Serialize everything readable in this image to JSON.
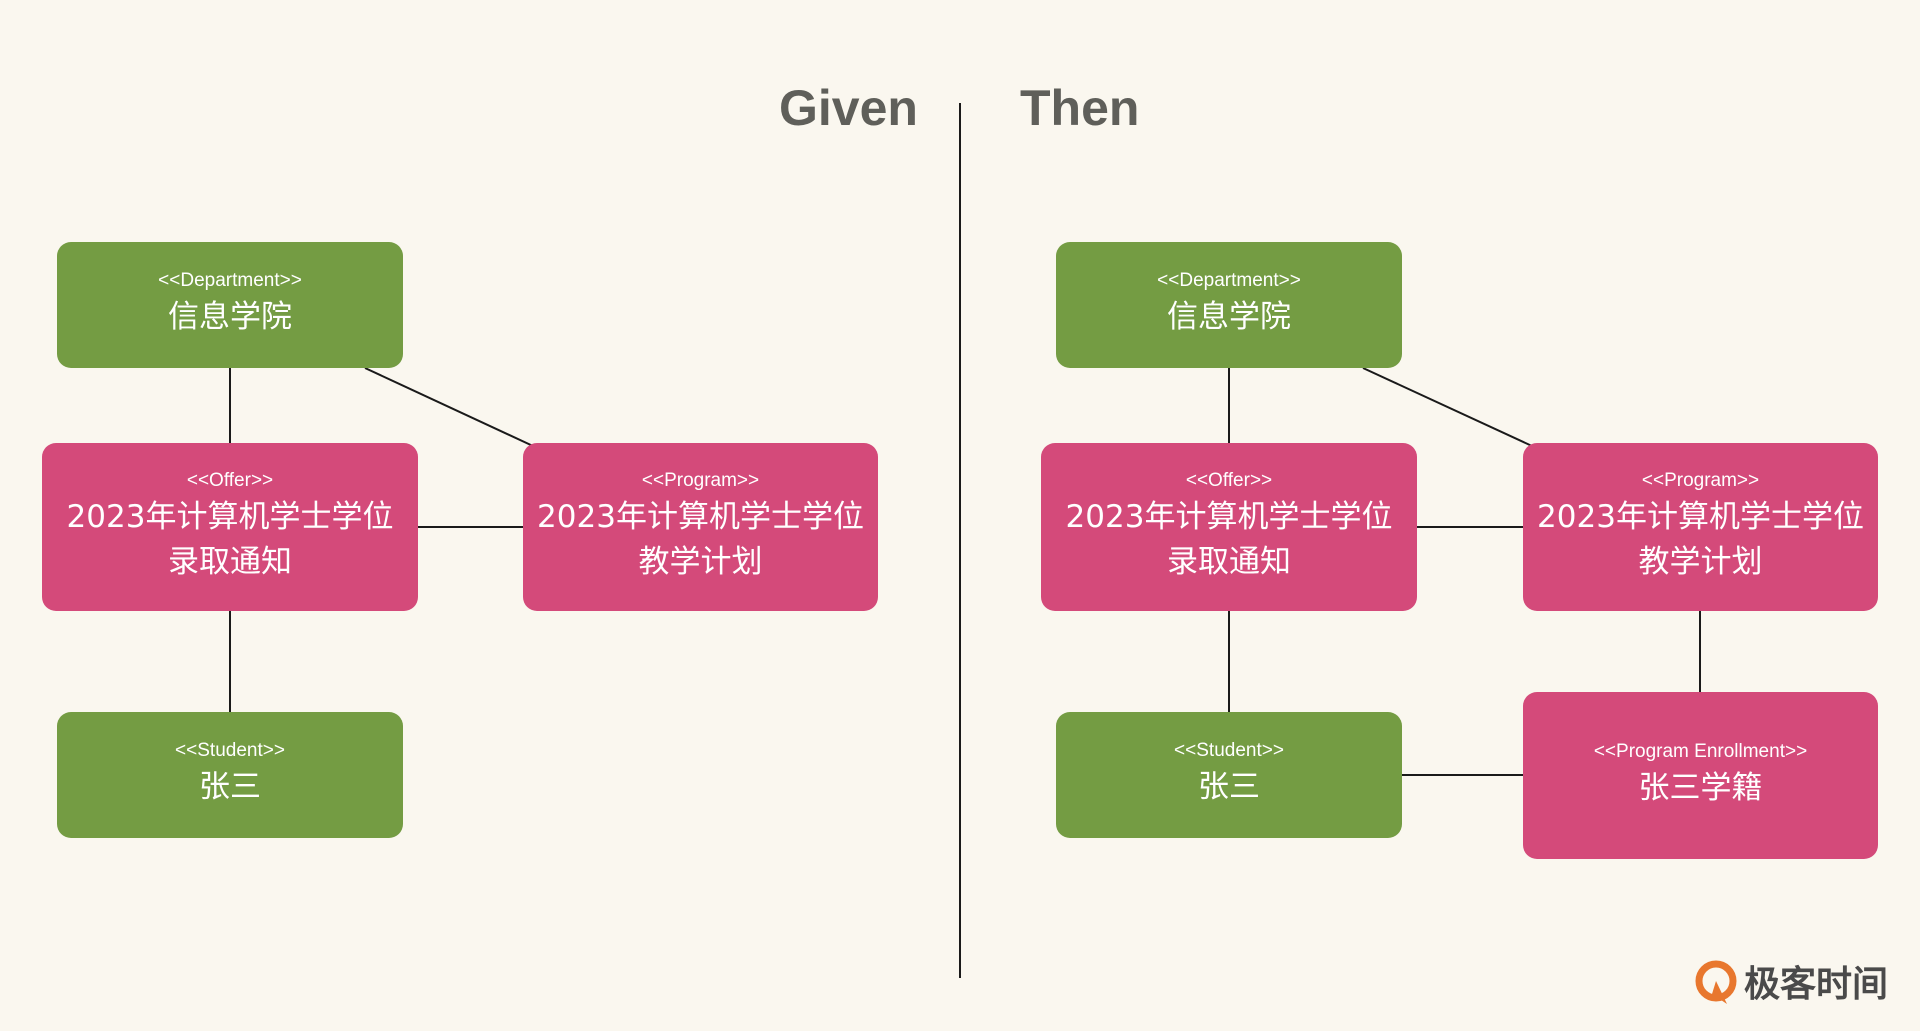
{
  "given": {
    "heading": "Given",
    "department": {
      "stereotype": "<<Department>>",
      "name": "信息学院"
    },
    "offer": {
      "stereotype": "<<Offer>>",
      "name_line1": "2023年计算机学士学位",
      "name_line2": "录取通知"
    },
    "program": {
      "stereotype": "<<Program>>",
      "name_line1": "2023年计算机学士学位",
      "name_line2": "教学计划"
    },
    "student": {
      "stereotype": "<<Student>>",
      "name": "张三"
    }
  },
  "then": {
    "heading": "Then",
    "department": {
      "stereotype": "<<Department>>",
      "name": "信息学院"
    },
    "offer": {
      "stereotype": "<<Offer>>",
      "name_line1": "2023年计算机学士学位",
      "name_line2": "录取通知"
    },
    "program": {
      "stereotype": "<<Program>>",
      "name_line1": "2023年计算机学士学位",
      "name_line2": "教学计划"
    },
    "student": {
      "stereotype": "<<Student>>",
      "name": "张三"
    },
    "enrollment": {
      "stereotype": "<<Program Enrollment>>",
      "name": "张三学籍"
    }
  },
  "brand": {
    "text": "极客时间"
  },
  "colors": {
    "green_node": "#749c43",
    "pink_node": "#d44a7a",
    "background": "#faf7ef",
    "heading": "#5f5f5a",
    "line": "#1a1a1a",
    "logo_orange": "#e8772e"
  }
}
